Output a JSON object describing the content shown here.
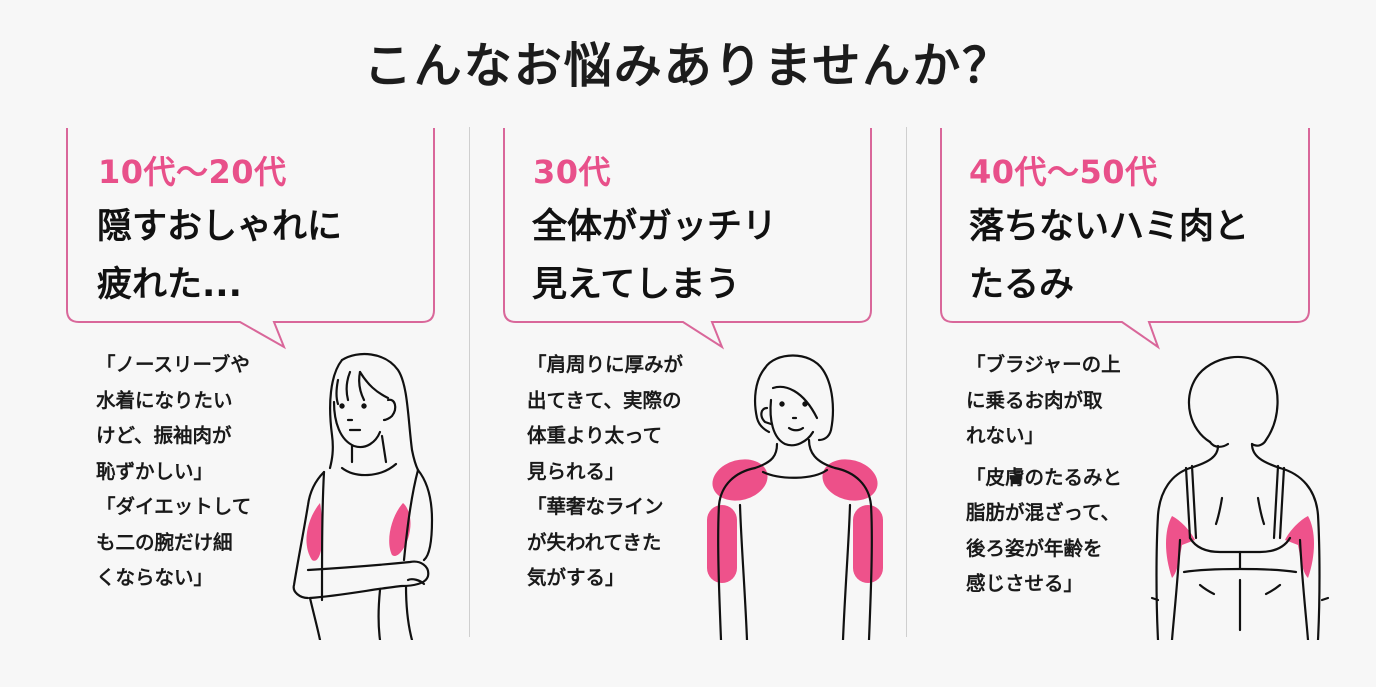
{
  "header": {
    "title": "こんなお悩みありませんか？"
  },
  "colors": {
    "accent_pink": "#E8508A",
    "bubble_border": "#D9679A",
    "highlight_pink": "#EC3F7E",
    "background": "#F7F7F7",
    "divider": "#CFCFCF"
  },
  "panels": [
    {
      "age_label": "10代〜20代",
      "headline_lines": [
        "隠すおしゃれに",
        "疲れた..."
      ],
      "quotes": [
        {
          "lines": [
            "「ノースリーブや",
            "水着になりたい",
            "けど、振袖肉が",
            "恥ずかしい」"
          ]
        },
        {
          "lines": [
            "「ダイエットして",
            "も二の腕だけ細",
            "くならない」"
          ]
        }
      ],
      "illustration": "woman-arms-crossed-front-icon",
      "highlight_areas": [
        "upper-arm-left",
        "upper-arm-right"
      ]
    },
    {
      "age_label": "30代",
      "headline_lines": [
        "全体がガッチリ",
        "見えてしまう"
      ],
      "quotes": [
        {
          "lines": [
            "「肩周りに厚みが",
            "出てきて、実際の",
            "体重より太って",
            "見られる」"
          ]
        },
        {
          "lines": [
            "「華奢なライン",
            "が失われてきた",
            "気がする」"
          ]
        }
      ],
      "illustration": "woman-front-short-hair-icon",
      "highlight_areas": [
        "shoulder-left",
        "shoulder-right",
        "upper-arm-left",
        "upper-arm-right"
      ]
    },
    {
      "age_label": "40代〜50代",
      "headline_lines": [
        "落ちないハミ肉と",
        "たるみ"
      ],
      "quotes": [
        {
          "lines": [
            "「ブラジャーの上",
            "に乗るお肉が取",
            "れない」"
          ]
        },
        {
          "lines": [
            "「皮膚のたるみと",
            "脂肪が混ざって、",
            "後ろ姿が年齢を",
            "感じさせる」"
          ]
        }
      ],
      "illustration": "woman-back-view-bra-icon",
      "highlight_areas": [
        "side-back-fat-left",
        "side-back-fat-right"
      ]
    }
  ]
}
